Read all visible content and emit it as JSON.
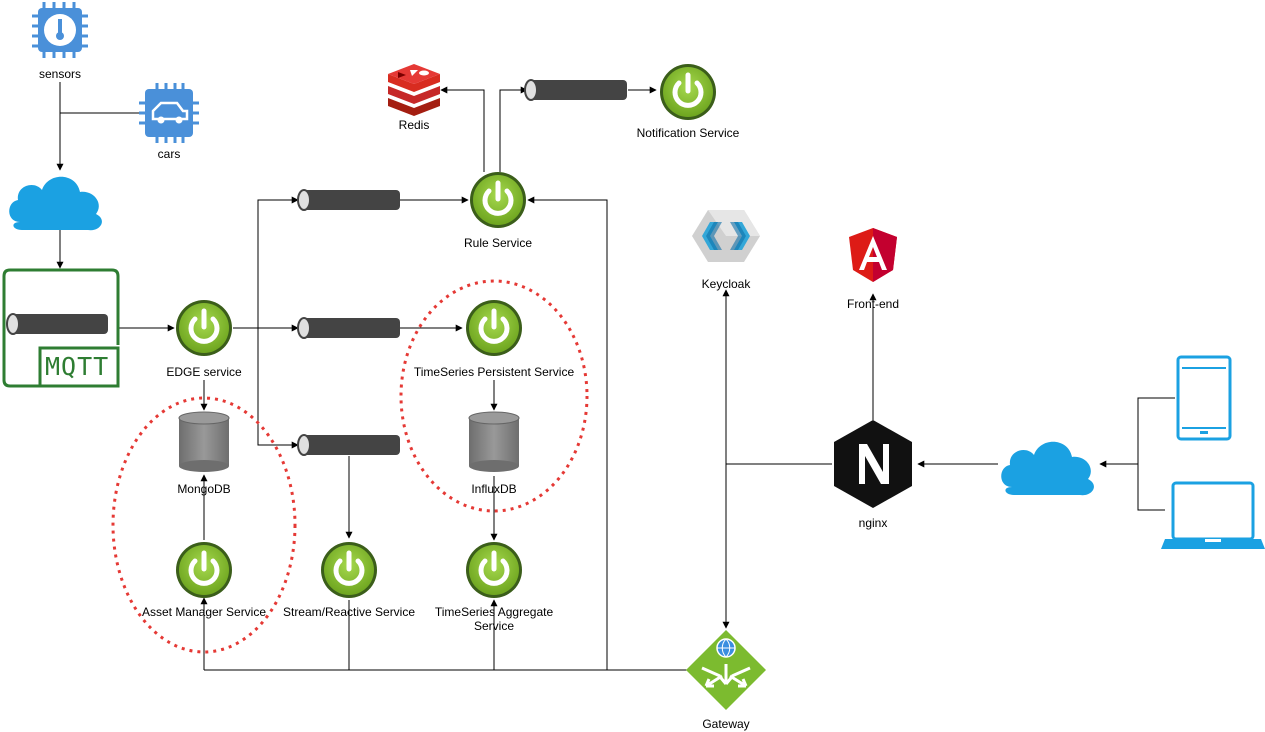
{
  "labels": {
    "sensors": "sensors",
    "cars": "cars",
    "mqtt": "MQTT",
    "edge_service": "EDGE service",
    "mongodb": "MongoDB",
    "asset_manager_service": "Asset Manager Service",
    "stream_reactive_service": "Stream/Reactive Service",
    "timeseries_persistent_service": "TimeSeries Persistent Service",
    "influxdb": "InfluxDB",
    "timeseries_aggregate_service_line1": "TimeSeries Aggregate",
    "timeseries_aggregate_service_line2": "Service",
    "rule_service": "Rule Service",
    "redis": "Redis",
    "notification_service": "Notification Service",
    "keycloak": "Keycloak",
    "front_end": "Front-end",
    "nginx": "nginx",
    "gateway": "Gateway"
  },
  "icons": {
    "sensor": "thermometer-chip-icon",
    "car": "car-chip-icon",
    "cloud": "cloud-icon",
    "queue": "message-queue-icon",
    "service": "power-icon",
    "database": "database-icon",
    "redis": "redis-icon",
    "keycloak": "keycloak-icon",
    "angular": "angular-icon",
    "nginx": "nginx-icon",
    "gateway": "api-gateway-icon",
    "tablet": "tablet-icon",
    "laptop": "laptop-icon"
  },
  "colors": {
    "service_green": "#8cc63f",
    "service_ring": "#3b5e1a",
    "cloud_blue": "#1ba1e2",
    "chip_blue": "#4a90d9",
    "queue_dark": "#444444",
    "db_gray": "#777777",
    "redis_red": "#c62828",
    "angular_red": "#dd1b16",
    "mqtt_green": "#2e7d32",
    "highlight_red": "#e53935",
    "gateway_green": "#7cbb2f"
  }
}
